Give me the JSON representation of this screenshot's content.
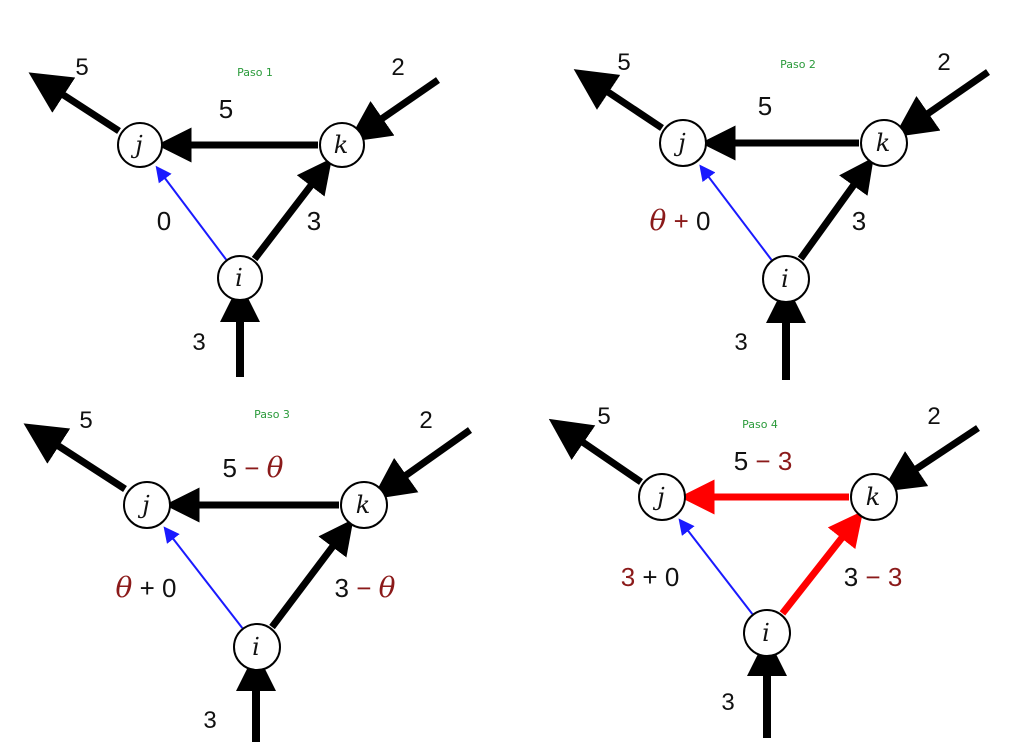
{
  "colors": {
    "black": "#000000",
    "blue": "#1a1aff",
    "red": "#ff0000",
    "dark_red": "#8b1a1a",
    "title_green": "#2a9a3a"
  },
  "panels": [
    {
      "title": "Paso 1",
      "nodes": {
        "i": "i",
        "j": "j",
        "k": "k"
      },
      "external": {
        "j_out": "5",
        "k_in": "2",
        "i_in": "3"
      },
      "edges": {
        "kj": {
          "parts": [
            {
              "t": "5"
            }
          ]
        },
        "ij": {
          "parts": [
            {
              "t": "0"
            }
          ]
        },
        "ik": {
          "parts": [
            {
              "t": "3"
            }
          ]
        }
      }
    },
    {
      "title": "Paso 2",
      "nodes": {
        "i": "i",
        "j": "j",
        "k": "k"
      },
      "external": {
        "j_out": "5",
        "k_in": "2",
        "i_in": "3"
      },
      "edges": {
        "kj": {
          "parts": [
            {
              "t": "5"
            }
          ]
        },
        "ij": {
          "parts": [
            {
              "t": "θ",
              "c": "theta"
            },
            {
              "t": " + ",
              "c": "red"
            },
            {
              "t": "0"
            }
          ]
        },
        "ik": {
          "parts": [
            {
              "t": "3"
            }
          ]
        }
      }
    },
    {
      "title": "Paso 3",
      "nodes": {
        "i": "i",
        "j": "j",
        "k": "k"
      },
      "external": {
        "j_out": "5",
        "k_in": "2",
        "i_in": "3"
      },
      "edges": {
        "kj": {
          "parts": [
            {
              "t": "5 "
            },
            {
              "t": "− ",
              "c": "red"
            },
            {
              "t": "θ",
              "c": "theta"
            }
          ]
        },
        "ij": {
          "parts": [
            {
              "t": "θ",
              "c": "theta"
            },
            {
              "t": " + "
            },
            {
              "t": "0"
            }
          ]
        },
        "ik": {
          "parts": [
            {
              "t": "3 "
            },
            {
              "t": "− ",
              "c": "red"
            },
            {
              "t": "θ",
              "c": "theta"
            }
          ]
        }
      }
    },
    {
      "title": "Paso 4",
      "nodes": {
        "i": "i",
        "j": "j",
        "k": "k"
      },
      "external": {
        "j_out": "5",
        "k_in": "2",
        "i_in": "3"
      },
      "edges": {
        "kj": {
          "parts": [
            {
              "t": "5 "
            },
            {
              "t": "− 3",
              "c": "red"
            }
          ]
        },
        "ij": {
          "parts": [
            {
              "t": "3",
              "c": "red"
            },
            {
              "t": " + "
            },
            {
              "t": "0"
            }
          ]
        },
        "ik": {
          "parts": [
            {
              "t": "3 "
            },
            {
              "t": "− 3",
              "c": "red"
            }
          ]
        }
      }
    }
  ]
}
